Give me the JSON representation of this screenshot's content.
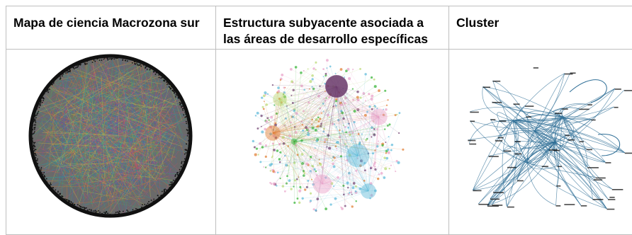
{
  "table": {
    "headers": [
      "Mapa de ciencia Macrozona sur",
      "Estructura subyacente asociada a las áreas de desarrollo específicas",
      "Cluster"
    ]
  },
  "images": [
    {
      "name": "macrozona-network-graph",
      "palette": [
        "#1a1a1a",
        "#3d6fb0",
        "#c84a7a",
        "#5aa05a",
        "#e07a2e",
        "#7a4aa0",
        "#c8c84a",
        "#2aa0a0"
      ]
    },
    {
      "name": "subyacente-network-graph",
      "palette": [
        "#6b3a6b",
        "#e07a2e",
        "#30b030",
        "#5ab8d8",
        "#e8a0c8",
        "#b8d870",
        "#9a9a9a",
        "#d85050"
      ]
    },
    {
      "name": "cluster-network-graph",
      "palette": [
        "#2e6e96",
        "#1a1a1a"
      ]
    }
  ]
}
